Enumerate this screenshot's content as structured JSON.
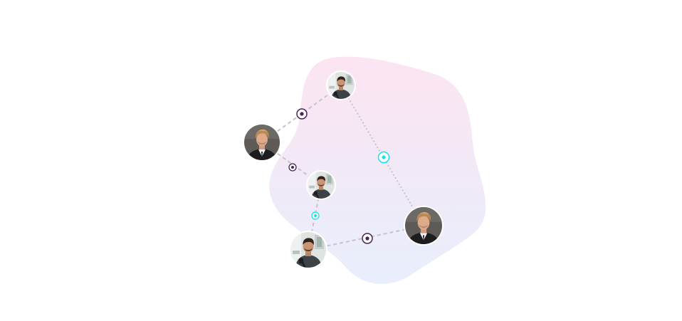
{
  "colors": {
    "blob_top": "#fce4f1",
    "blob_bottom": "#e8eefc",
    "link": "#c4c4cc",
    "connector_dark": "#4a2358",
    "connector_cyan": "#14e3ee",
    "avatar_border": "#ffffff"
  },
  "nodes": [
    {
      "id": "top",
      "avatar": "person-in-grey-tshirt-avatar"
    },
    {
      "id": "left",
      "avatar": "blond-man-in-suit-avatar"
    },
    {
      "id": "middle",
      "avatar": "person-in-grey-tshirt-avatar"
    },
    {
      "id": "bottom-left",
      "avatar": "person-in-grey-tshirt-avatar"
    },
    {
      "id": "right",
      "avatar": "blond-man-in-suit-avatar"
    }
  ],
  "links": [
    {
      "from": "left",
      "to": "top",
      "connector": "dark"
    },
    {
      "from": "top",
      "to": "right",
      "connector": "cyan"
    },
    {
      "from": "left",
      "to": "middle",
      "connector": "dark"
    },
    {
      "from": "middle",
      "to": "bottom-left",
      "connector": "cyan"
    },
    {
      "from": "bottom-left",
      "to": "right",
      "connector": "dark"
    }
  ]
}
